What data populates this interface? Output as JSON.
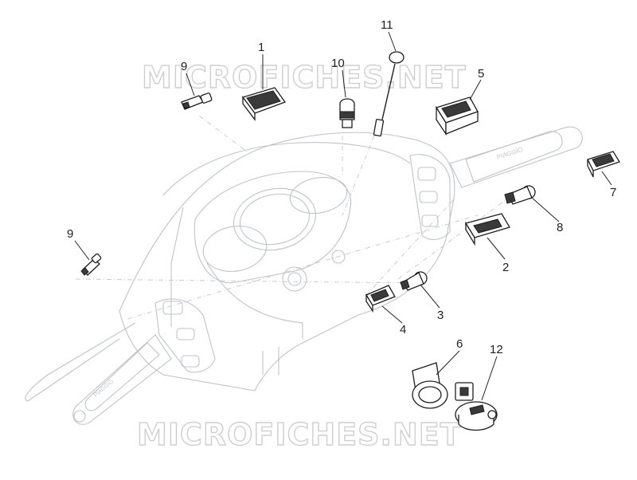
{
  "watermark": "MICROFICHES.NET",
  "callouts": {
    "c1": "1",
    "c2": "2",
    "c3": "3",
    "c4": "4",
    "c5": "5",
    "c6": "6",
    "c7": "7",
    "c8": "8",
    "c9a": "9",
    "c9b": "9",
    "c10": "10",
    "c11": "11",
    "c12": "12"
  },
  "grip_text": "PIAGGIO"
}
